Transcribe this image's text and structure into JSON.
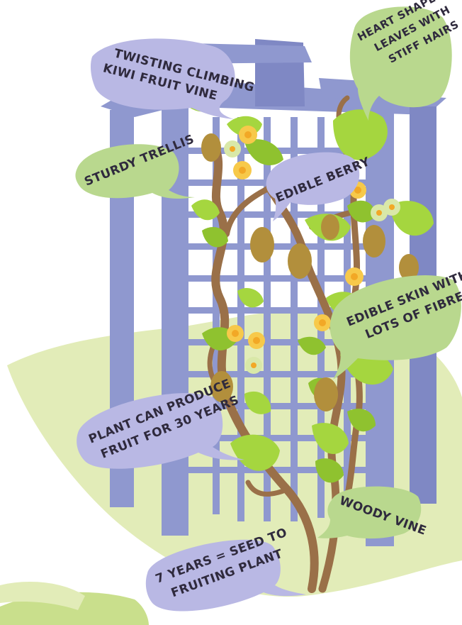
{
  "colors": {
    "trellis": "#8f98cf",
    "trellis_dark": "#7b84c0",
    "vine": "#9a7048",
    "vine_dark": "#7f5a38",
    "leaf": "#a5d63f",
    "leaf_dark": "#8fc22f",
    "fruit": "#b28f3c",
    "flower": "#f7c94a",
    "ground": "#dfe9b0",
    "ground_dark": "#c7dd88",
    "bubble_purple": "#b9b8e4",
    "bubble_green": "#b9d88e"
  },
  "labels": {
    "twisting": [
      "TWISTING CLIMBING",
      "KIWI FRUIT VINE"
    ],
    "heart": [
      "HEART SHAPED",
      "LEAVES WITH",
      "STIFF HAIRS"
    ],
    "trellis": [
      "STURDY TRELLIS"
    ],
    "berry": [
      "EDIBLE BERRY"
    ],
    "skin": [
      "EDIBLE SKIN WITH",
      "LOTS OF FIBRE"
    ],
    "produce": [
      "PLANT CAN PRODUCE",
      "FRUIT FOR 30 YEARS"
    ],
    "woody": [
      "WOODY VINE"
    ],
    "seed": [
      "7 YEARS = SEED TO",
      "FRUITING PLANT"
    ]
  }
}
